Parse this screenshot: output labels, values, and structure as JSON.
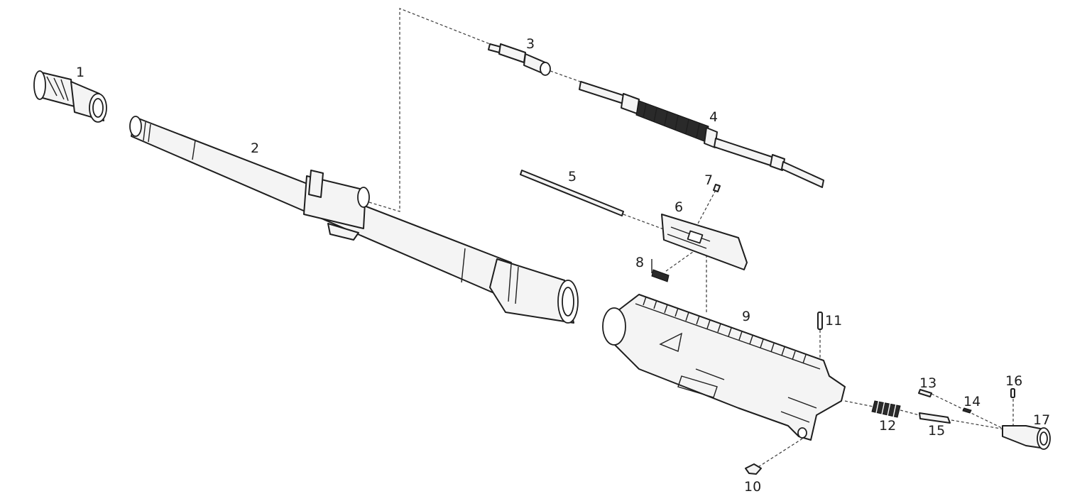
{
  "colors": {
    "line": "#1e1e1e",
    "fill": "#f4f4f4",
    "background": "#ffffff"
  },
  "callouts": [
    "1",
    "2",
    "3",
    "4",
    "5",
    "6",
    "7",
    "8",
    "9",
    "10",
    "11",
    "12",
    "13",
    "14",
    "15",
    "16",
    "17"
  ]
}
